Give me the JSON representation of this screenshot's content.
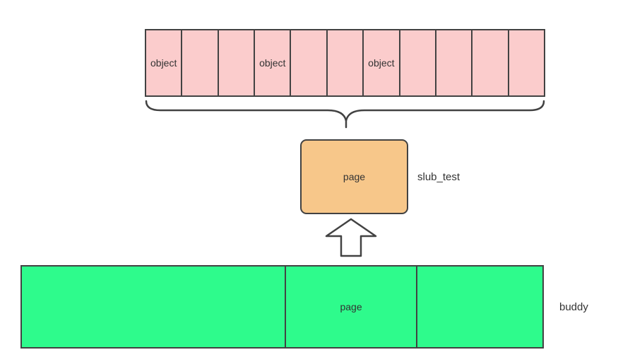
{
  "diagram": {
    "slab_row": {
      "cells": [
        {
          "label": "object"
        },
        {
          "label": ""
        },
        {
          "label": ""
        },
        {
          "label": "object"
        },
        {
          "label": ""
        },
        {
          "label": ""
        },
        {
          "label": "object"
        },
        {
          "label": ""
        },
        {
          "label": ""
        },
        {
          "label": ""
        },
        {
          "label": ""
        }
      ]
    },
    "page_box": {
      "label": "page",
      "caption": "slub_test"
    },
    "buddy_row": {
      "cells": [
        {
          "label": ""
        },
        {
          "label": "page"
        },
        {
          "label": ""
        }
      ],
      "caption": "buddy"
    },
    "colors": {
      "object_fill": "#FBCCCC",
      "page_fill": "#F7C78A",
      "buddy_fill": "#2EFB8C",
      "arrow_fill": "#FFFFFF",
      "stroke": "#424242",
      "text": "#333333"
    }
  }
}
